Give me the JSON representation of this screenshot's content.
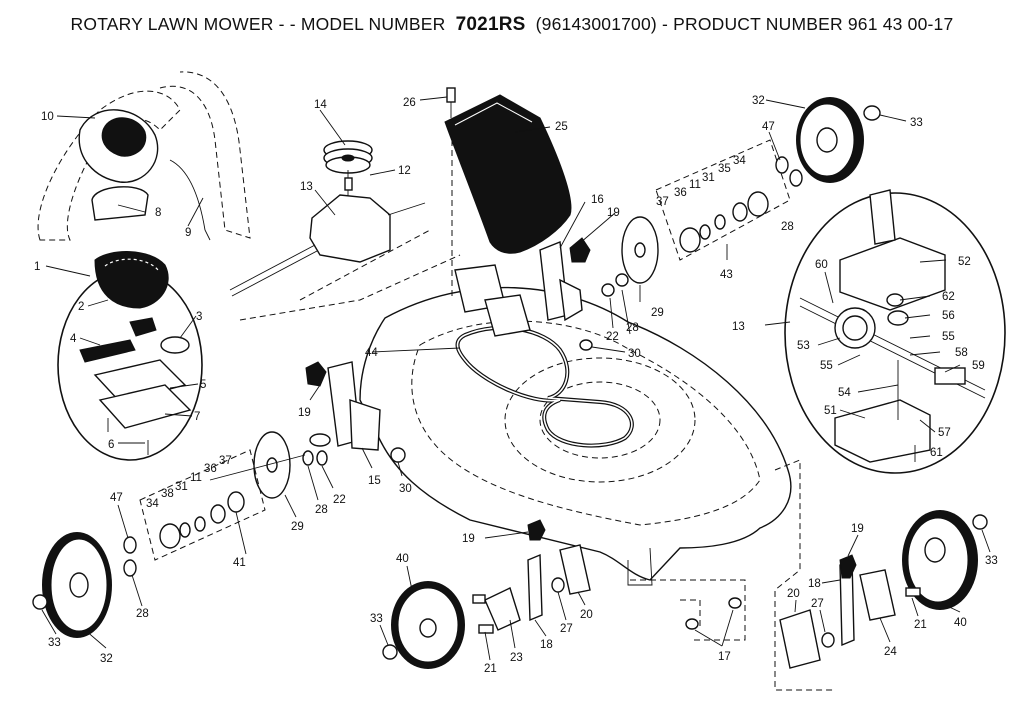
{
  "title": {
    "prefix": "ROTARY LAWN MOWER - - MODEL NUMBER",
    "model": "7021RS",
    "suffix": "(96143001700) - PRODUCT NUMBER 961 43 00-17"
  },
  "callouts": [
    {
      "id": "c10",
      "text": "10"
    },
    {
      "id": "c8",
      "text": "8"
    },
    {
      "id": "c9",
      "text": "9"
    },
    {
      "id": "c14",
      "text": "14"
    },
    {
      "id": "c12",
      "text": "12"
    },
    {
      "id": "c13a",
      "text": "13"
    },
    {
      "id": "c26",
      "text": "26"
    },
    {
      "id": "c25",
      "text": "25"
    },
    {
      "id": "c16",
      "text": "16"
    },
    {
      "id": "c19a",
      "text": "19"
    },
    {
      "id": "c32a",
      "text": "32"
    },
    {
      "id": "c47a",
      "text": "47"
    },
    {
      "id": "c33a",
      "text": "33"
    },
    {
      "id": "c34a",
      "text": "34"
    },
    {
      "id": "c35",
      "text": "35"
    },
    {
      "id": "c31a",
      "text": "31"
    },
    {
      "id": "c11a",
      "text": "11"
    },
    {
      "id": "c36a",
      "text": "36"
    },
    {
      "id": "c37a",
      "text": "37"
    },
    {
      "id": "c28a",
      "text": "28"
    },
    {
      "id": "c43",
      "text": "43"
    },
    {
      "id": "c52",
      "text": "52"
    },
    {
      "id": "c60",
      "text": "60"
    },
    {
      "id": "c62",
      "text": "62"
    },
    {
      "id": "c56",
      "text": "56"
    },
    {
      "id": "c13b",
      "text": "13"
    },
    {
      "id": "c55a",
      "text": "55"
    },
    {
      "id": "c53",
      "text": "53"
    },
    {
      "id": "c55b",
      "text": "55"
    },
    {
      "id": "c58",
      "text": "58"
    },
    {
      "id": "c59",
      "text": "59"
    },
    {
      "id": "c54",
      "text": "54"
    },
    {
      "id": "c51",
      "text": "51"
    },
    {
      "id": "c57",
      "text": "57"
    },
    {
      "id": "c61",
      "text": "61"
    },
    {
      "id": "c1",
      "text": "1"
    },
    {
      "id": "c2",
      "text": "2"
    },
    {
      "id": "c3",
      "text": "3"
    },
    {
      "id": "c4",
      "text": "4"
    },
    {
      "id": "c5",
      "text": "5"
    },
    {
      "id": "c7",
      "text": "7"
    },
    {
      "id": "c6",
      "text": "6"
    },
    {
      "id": "c29a",
      "text": "29"
    },
    {
      "id": "c22a",
      "text": "22"
    },
    {
      "id": "c28b",
      "text": "28"
    },
    {
      "id": "c30a",
      "text": "30"
    },
    {
      "id": "c44",
      "text": "44"
    },
    {
      "id": "c19b",
      "text": "19"
    },
    {
      "id": "c15",
      "text": "15"
    },
    {
      "id": "c30b",
      "text": "30"
    },
    {
      "id": "c22b",
      "text": "22"
    },
    {
      "id": "c28c",
      "text": "28"
    },
    {
      "id": "c29b",
      "text": "29"
    },
    {
      "id": "c37b",
      "text": "37"
    },
    {
      "id": "c36b",
      "text": "36"
    },
    {
      "id": "c11b",
      "text": "11"
    },
    {
      "id": "c31b",
      "text": "31"
    },
    {
      "id": "c38",
      "text": "38"
    },
    {
      "id": "c34b",
      "text": "34"
    },
    {
      "id": "c47b",
      "text": "47"
    },
    {
      "id": "c41",
      "text": "41"
    },
    {
      "id": "c28d",
      "text": "28"
    },
    {
      "id": "c33b",
      "text": "33"
    },
    {
      "id": "c32b",
      "text": "32"
    },
    {
      "id": "c19c",
      "text": "19"
    },
    {
      "id": "c40a",
      "text": "40"
    },
    {
      "id": "c33c",
      "text": "33"
    },
    {
      "id": "c21a",
      "text": "21"
    },
    {
      "id": "c23",
      "text": "23"
    },
    {
      "id": "c18a",
      "text": "18"
    },
    {
      "id": "c27a",
      "text": "27"
    },
    {
      "id": "c20a",
      "text": "20"
    },
    {
      "id": "c17",
      "text": "17"
    },
    {
      "id": "c19d",
      "text": "19"
    },
    {
      "id": "c18b",
      "text": "18"
    },
    {
      "id": "c20b",
      "text": "20"
    },
    {
      "id": "c27b",
      "text": "27"
    },
    {
      "id": "c24",
      "text": "24"
    },
    {
      "id": "c21b",
      "text": "21"
    },
    {
      "id": "c40b",
      "text": "40"
    },
    {
      "id": "c33d",
      "text": "33"
    }
  ]
}
